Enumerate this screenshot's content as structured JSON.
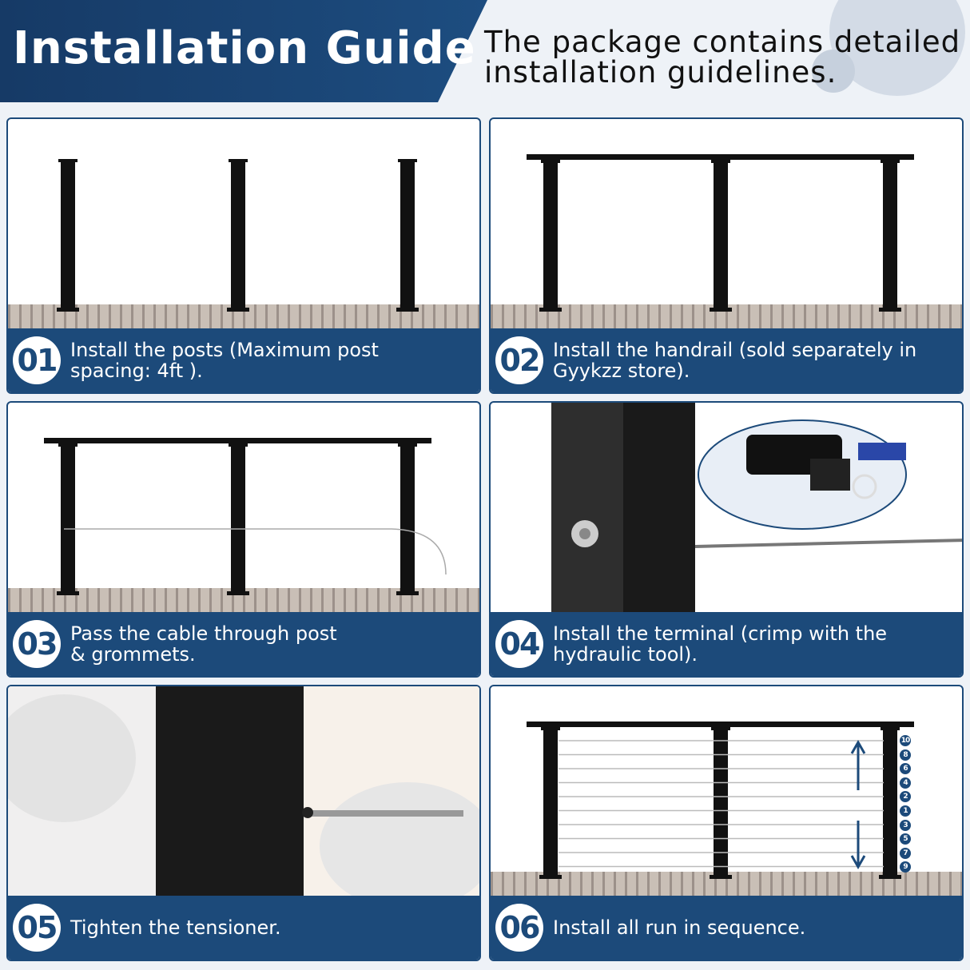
{
  "header": {
    "title": "Installation Guide",
    "subtitle_line1": "The package contains detailed",
    "subtitle_line2": "installation guidelines."
  },
  "colors": {
    "brand": "#1c4a7a",
    "post": "#111111",
    "deck": "#b9ada3"
  },
  "steps": [
    {
      "num": "01",
      "line1": "Install the posts (Maximum post",
      "line2": "spacing: 4ft )."
    },
    {
      "num": "02",
      "line1": "Install the handrail (sold separately in",
      "line2": "Gyykzz store)."
    },
    {
      "num": "03",
      "line1": "Pass the cable through post",
      "line2": "& grommets."
    },
    {
      "num": "04",
      "line1": "Install the terminal (crimp with the",
      "line2": "hydraulic tool)."
    },
    {
      "num": "05",
      "line1": "Tighten the tensioner.",
      "line2": ""
    },
    {
      "num": "06",
      "line1": "Install all run in sequence.",
      "line2": ""
    }
  ],
  "sequence": [
    "10",
    "8",
    "6",
    "4",
    "2",
    "1",
    "3",
    "5",
    "7",
    "9"
  ]
}
